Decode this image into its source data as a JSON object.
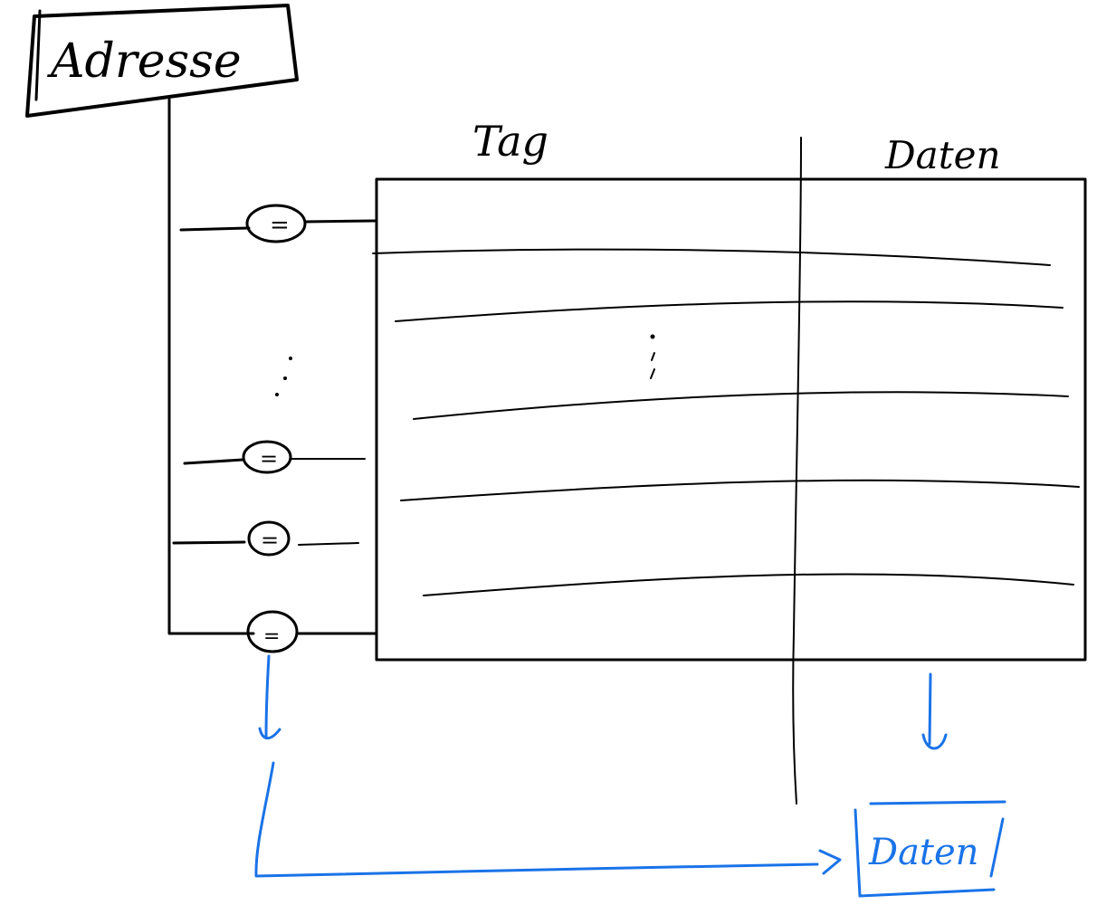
{
  "address_box": {
    "label": "Adresse"
  },
  "table": {
    "columns": [
      {
        "label": "Tag"
      },
      {
        "label": "Daten"
      }
    ]
  },
  "output_box": {
    "label": "Daten"
  },
  "colors": {
    "ink": "#000000",
    "accent": "#1a73e8",
    "background": "#ffffff"
  },
  "comparators": [
    {
      "symbol": "="
    },
    {
      "symbol": "="
    },
    {
      "symbol": "="
    },
    {
      "symbol": "="
    }
  ]
}
